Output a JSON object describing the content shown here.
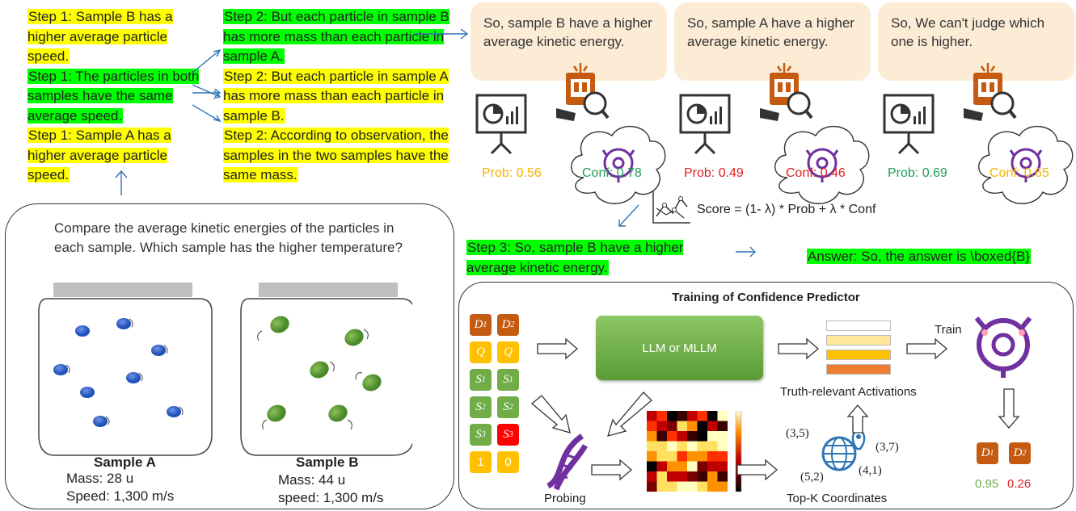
{
  "steps_col1": [
    {
      "text": "Step 1: Sample B has a higher average particle speed.",
      "color": "#ffff00"
    },
    {
      "text": "Step 1: The particles in both samples have the same average speed.",
      "color": "#00ff00"
    },
    {
      "text": "Step 1: Sample A has a higher average particle speed.",
      "color": "#ffff00"
    }
  ],
  "steps_col2": [
    {
      "text": "Step 2: But each particle in sample B has more mass than each particle in sample A.",
      "color": "#00ff00"
    },
    {
      "text": "Step 2: But each particle in sample A has more mass than each particle in sample B.",
      "color": "#ffff00"
    },
    {
      "text": "Step 2: According to observation, the samples in the two samples have the same mass.",
      "color": "#ffff00"
    }
  ],
  "bubbles": [
    {
      "text": "So, sample B have a higher average kinetic energy.",
      "prob": "Prob: 0.56",
      "conf": "Conf: 0.78",
      "prob_color": "#f4b400",
      "conf_color": "#1f9d55"
    },
    {
      "text": "So, sample A have a higher average kinetic energy.",
      "prob": "Prob: 0.49",
      "conf": "Conf: 0.46",
      "prob_color": "#e02020",
      "conf_color": "#e02020"
    },
    {
      "text": "So, We can't judge which one is higher.",
      "prob": "Prob: 0.69",
      "conf": "Conf: 0.65",
      "prob_color": "#1f9d55",
      "conf_color": "#f4b400"
    }
  ],
  "score_formula": "Score = (1- λ) * Prob + λ * Conf",
  "step3": "Step 3: So, sample B have a higher average kinetic energy.",
  "answer": "Answer: So, the answer is \\boxed{B}",
  "question": "Compare the average kinetic energies of the particles in each sample. Which sample has the higher temperature?",
  "sample_a": {
    "title": "Sample A",
    "mass": "Mass: 28 u",
    "speed": "Speed: 1,300 m/s"
  },
  "sample_b": {
    "title": "Sample B",
    "mass": "Mass: 44 u",
    "speed": "speed: 1,300 m/s"
  },
  "training": {
    "title": "Training of Confidence Predictor",
    "llm": "LLM or MLLM",
    "train": "Train",
    "activations": "Truth-relevant Activations",
    "probing": "Probing",
    "topk": "Top-K Coordinates",
    "coords": [
      "(3,5)",
      "(3,7)",
      "(5,2)",
      "(4,1)"
    ],
    "col1": [
      "D1",
      "Q",
      "S1",
      "S2",
      "S3",
      "1"
    ],
    "col2": [
      "D2",
      "Q",
      "S1",
      "S2",
      "S3",
      "0"
    ],
    "out_scores": [
      "0.95",
      "0.26"
    ],
    "colors": {
      "doc": "#c55a11",
      "q": "#ffc000",
      "step": "#70ad47",
      "bad": "#ff0000",
      "llm": "#70ad47"
    }
  }
}
